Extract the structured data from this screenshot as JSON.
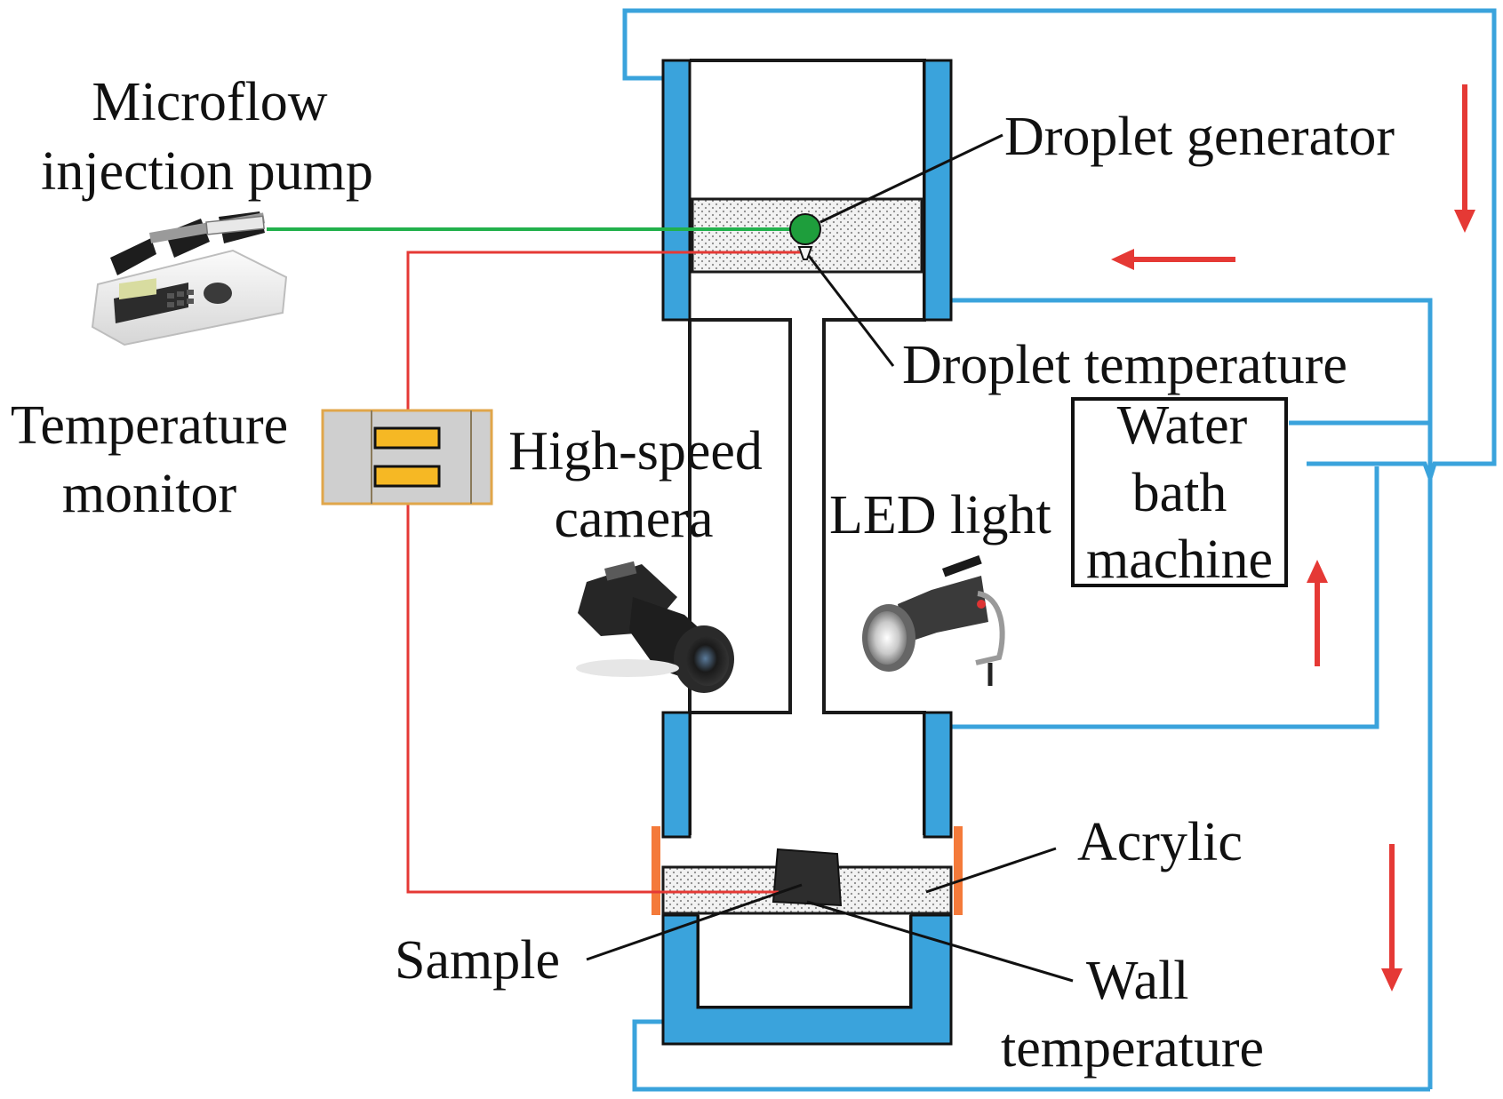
{
  "labels": {
    "pump_line1": "Microflow",
    "pump_line2": "injection pump",
    "monitor_line1": "Temperature",
    "monitor_line2": "monitor",
    "camera_line1": "High-speed",
    "camera_line2": "camera",
    "led": "LED light",
    "droplet_generator": "Droplet generator",
    "droplet_temperature": "Droplet temperature",
    "bath_line1": "Water",
    "bath_line2": "bath",
    "bath_line3": "machine",
    "acrylic": "Acrylic",
    "sample": "Sample",
    "wall_line1": "Wall",
    "wall_line2": "temperature"
  },
  "icons": {
    "pump": "syringe-pump-icon",
    "camera": "high-speed-camera-icon",
    "led": "led-light-icon",
    "monitor": "temperature-monitor-icon"
  },
  "colors": {
    "jacket": "#3aa3dc",
    "water_line": "#3aa3dc",
    "thermocouple": "#e53935",
    "flow_arrow": "#e53935",
    "injection_line": "#22b14c",
    "droplet": "#1e9e3c",
    "acrylic_plate": "#f47a3a",
    "monitor_body": "#cfcfcf",
    "monitor_frame": "#e0a64a",
    "monitor_display": "#f6b824"
  }
}
